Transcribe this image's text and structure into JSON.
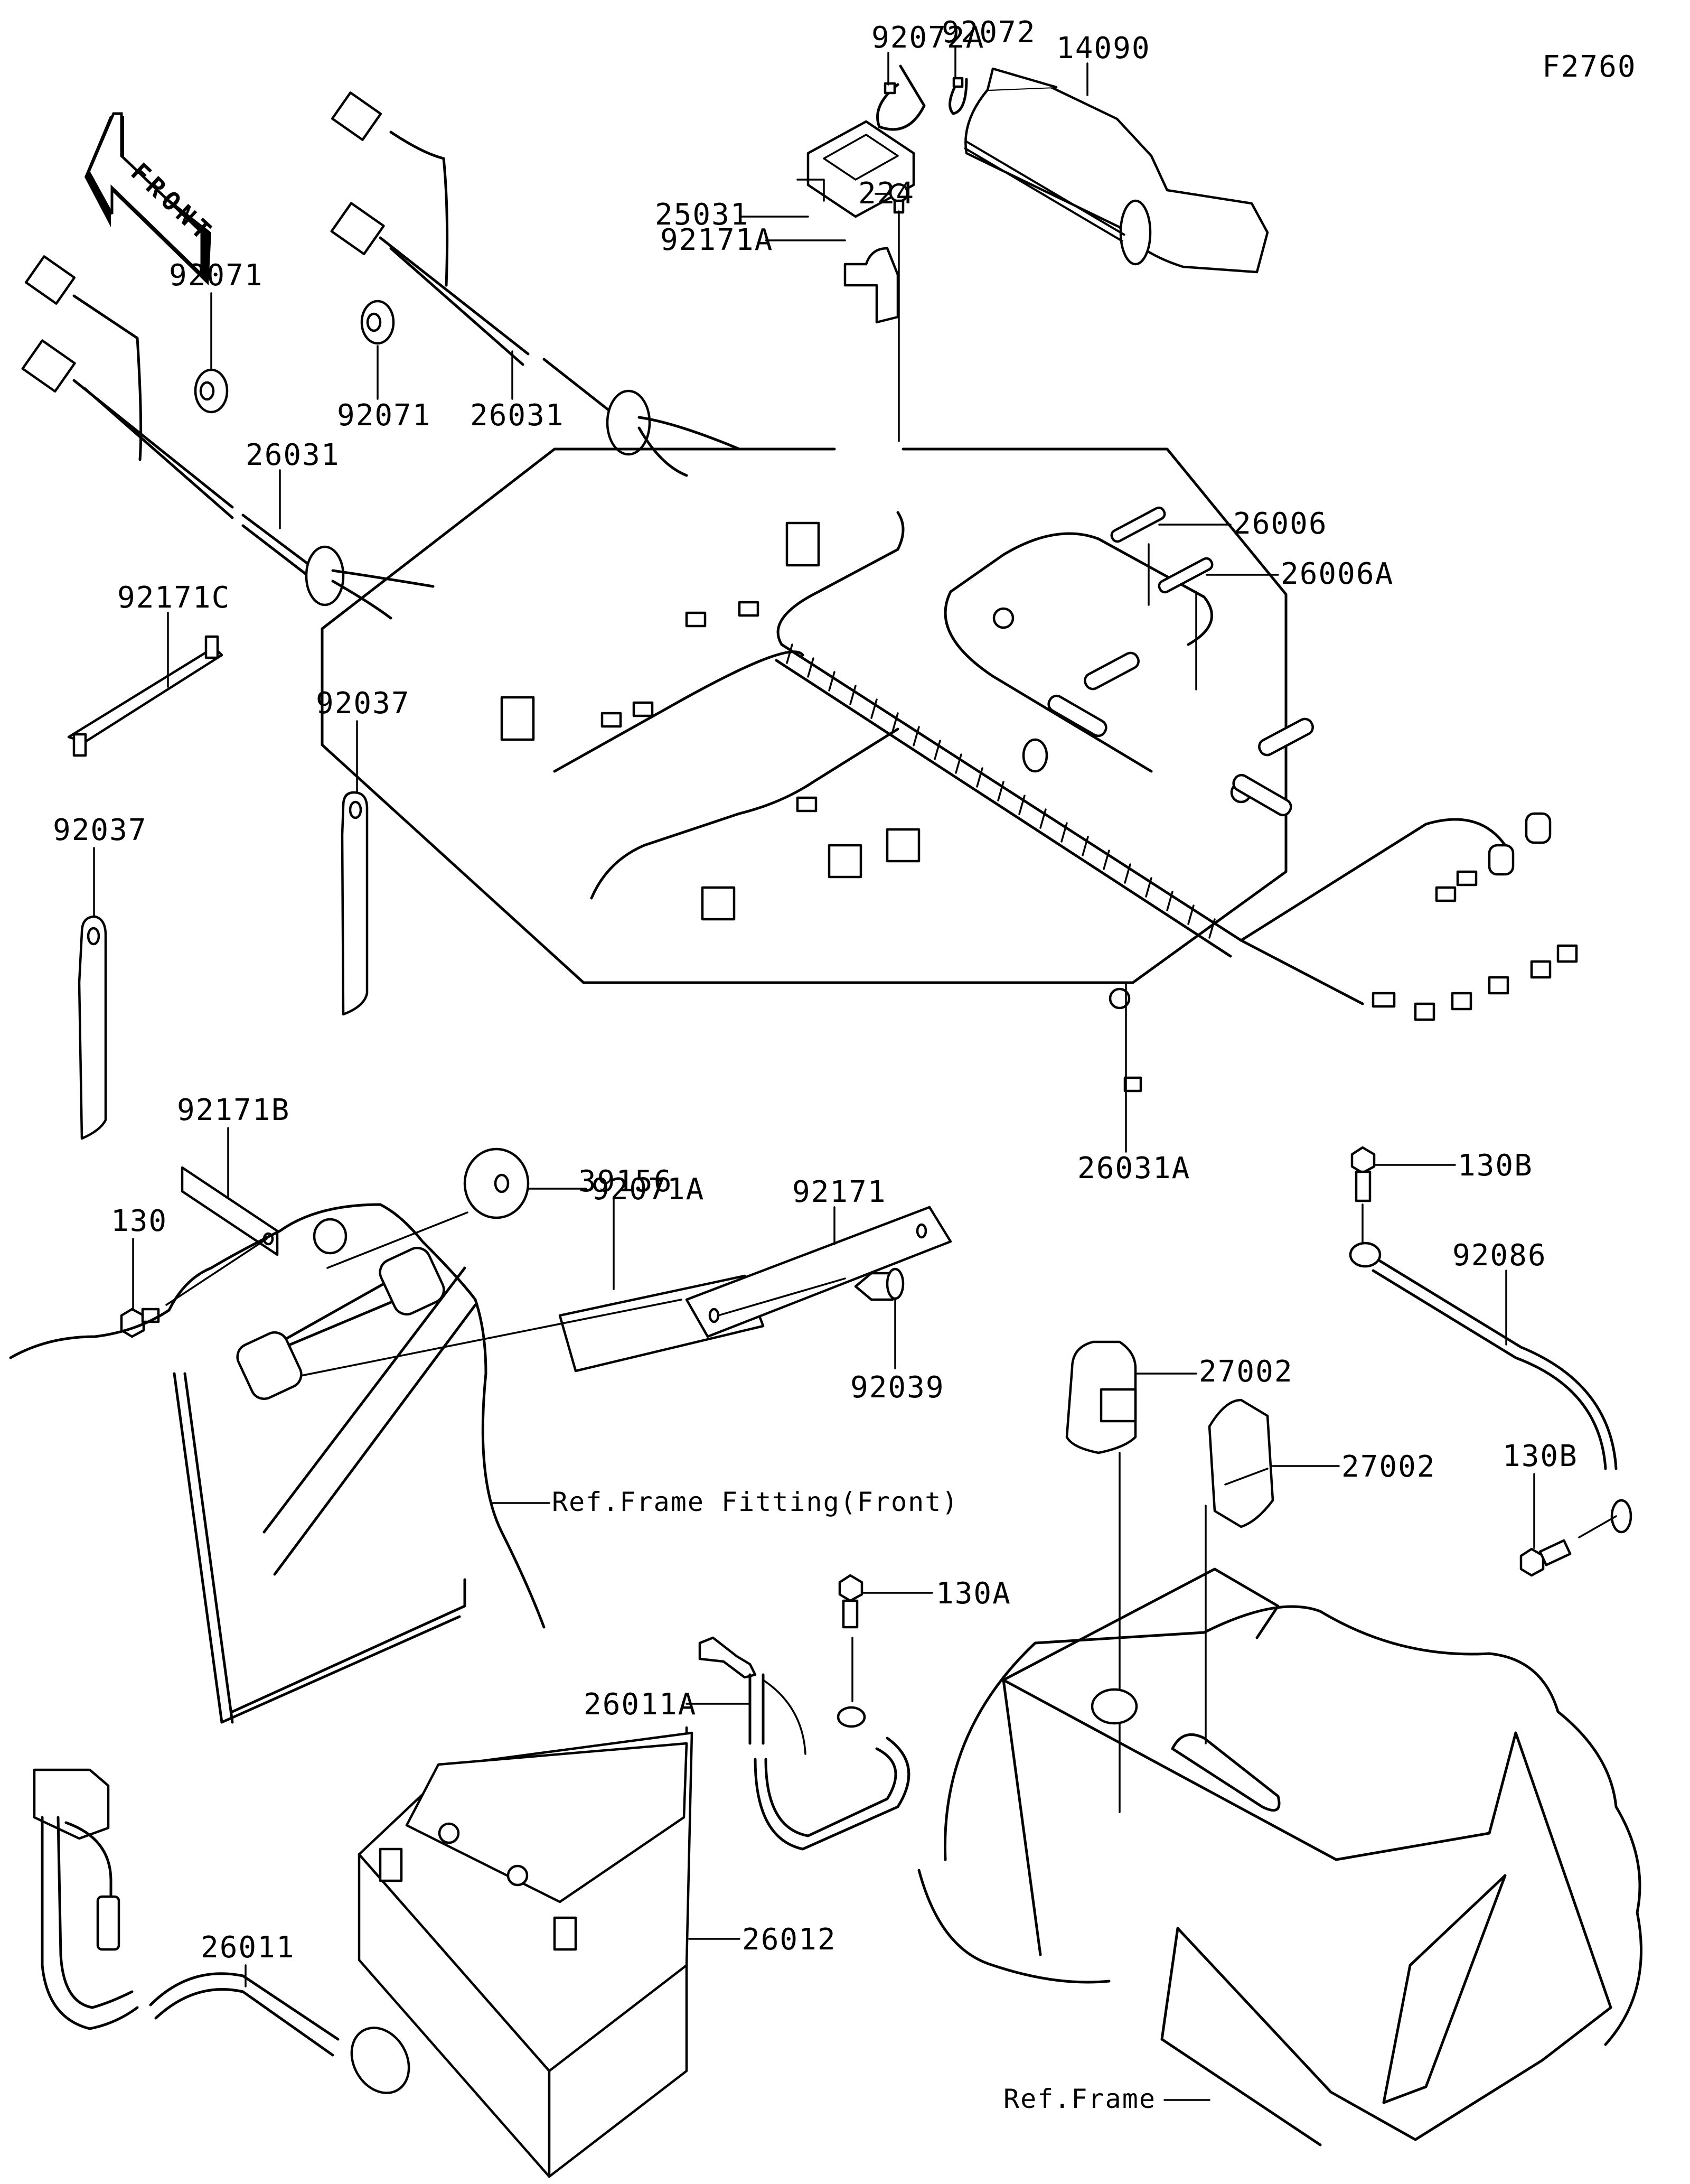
{
  "diagram": {
    "figure_code": "F2760",
    "front_arrow_label": "FRONT",
    "labels": {
      "p14090": "14090",
      "p92072": "92072",
      "p92072A": "92072A",
      "p25031": "25031",
      "p92171A": "92171A",
      "p224": "224",
      "p92071_left": "92071",
      "p92071_mid": "92071",
      "p26031_left": "26031",
      "p26031_mid": "26031",
      "p26006": "26006",
      "p26006A": "26006A",
      "p92171C": "92171C",
      "p92037_left": "92037",
      "p92037_mid": "92037",
      "p26031A": "26031A",
      "p92171B": "92171B",
      "p130": "130",
      "p92071A": "92071A",
      "p39156": "39156",
      "p92171": "92171",
      "p92039": "92039",
      "p130B_top": "130B",
      "p92086": "92086",
      "p130B_bottom": "130B",
      "p27002_upper": "27002",
      "p27002_lower": "27002",
      "p130A": "130A",
      "p26011A": "26011A",
      "p26012": "26012",
      "p26011": "26011"
    },
    "references": {
      "frame_fitting_front": "Ref.Frame Fitting(Front)",
      "frame": "Ref.Frame"
    }
  }
}
